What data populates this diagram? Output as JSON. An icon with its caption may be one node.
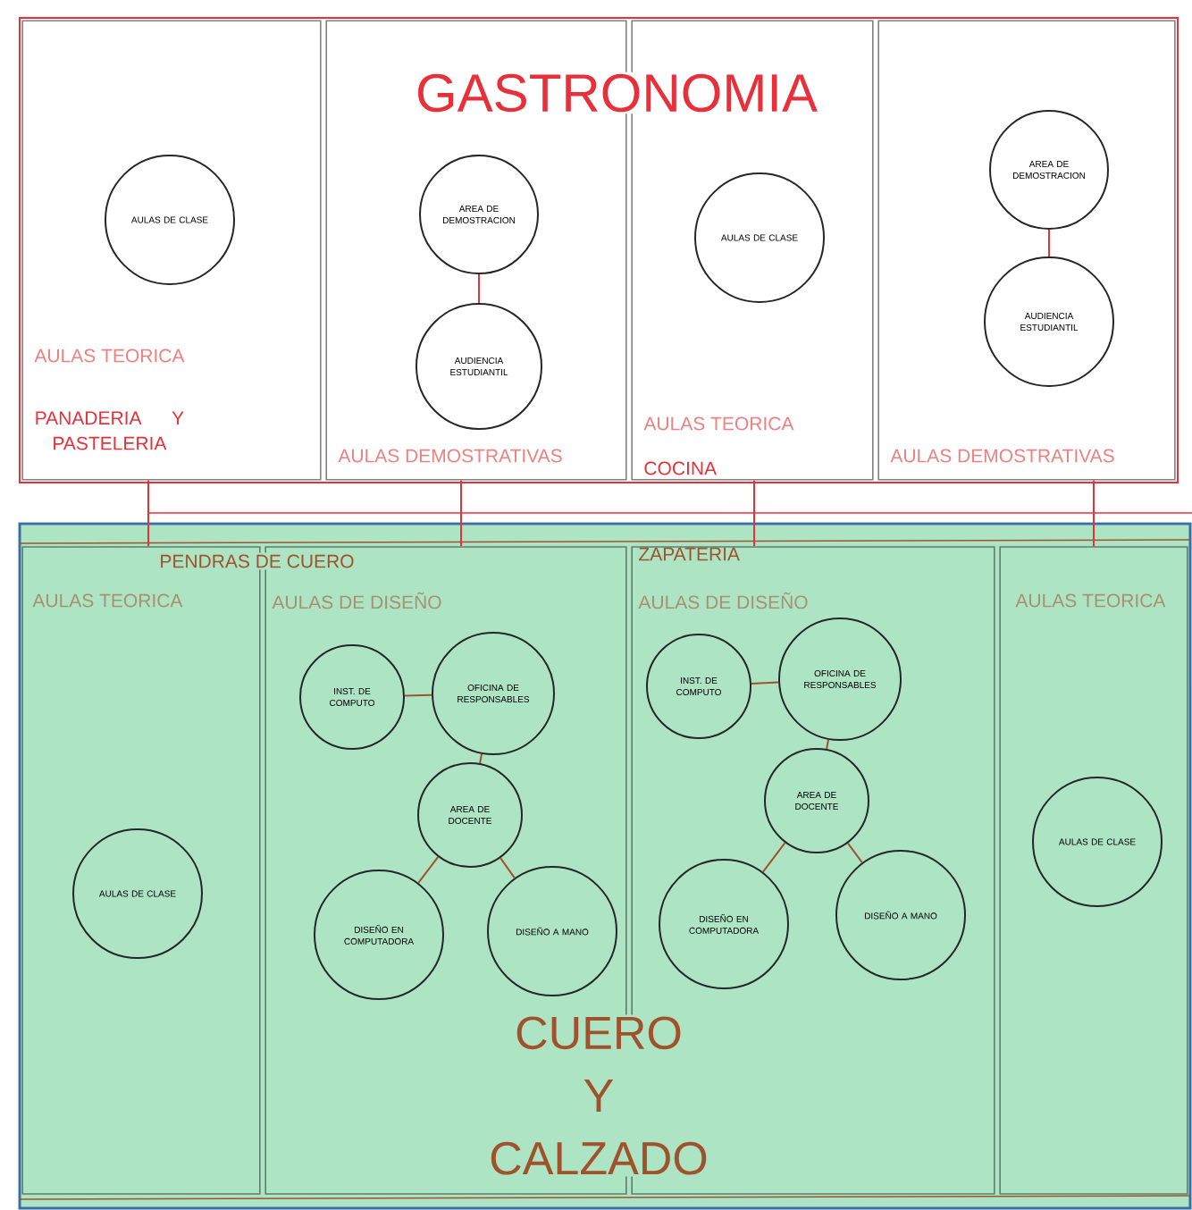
{
  "diagram": {
    "nodes": [
      {
        "text": [],
        "shape": "box"
      },
      {
        "text": [
          "AULAS TEORICA",
          "PANADERIA Y PASTELERIA"
        ],
        "in": 0
      },
      {
        "text": [
          "AULAS DE CLASE"
        ],
        "in": 1
      },
      {
        "text": [
          "AULAS DEMOSTRATIVAS"
        ],
        "in": 0
      },
      {
        "text": [
          "AREA DE DEMOSTRACION"
        ],
        "in": 3
      },
      {
        "text": [
          "AUDIENCIA ESTUDIANTIL"
        ],
        "in": 3
      },
      {
        "text": [
          "AULAS TEORICA",
          "COCINA"
        ],
        "in": 0
      },
      {
        "text": [
          "AULAS DE CLASE"
        ],
        "in": 6
      },
      {
        "text": [
          "AULAS DEMOSTRATIVAS"
        ],
        "in": 0
      },
      {
        "text": [
          "AREA DE DEMOSTRACION"
        ],
        "in": 8
      },
      {
        "text": [
          "AUDIENCIA ESTUDIANTIL"
        ],
        "in": 8
      },
      {
        "text": [],
        "shape": "box"
      },
      {
        "text": [
          "AULAS TEORICA"
        ],
        "in": 11
      },
      {
        "text": [
          "AULAS DE CLASE"
        ],
        "in": 12
      },
      {
        "text": [
          "AULAS DE DISEÑO"
        ],
        "in": 11
      },
      {
        "text": [
          "INST. DE COMPUTO"
        ],
        "in": 14
      },
      {
        "text": [
          "OFICINA DE RESPONSABLES"
        ],
        "in": 14
      },
      {
        "text": [
          "AREA DE DOCENTE"
        ],
        "in": 14
      },
      {
        "text": [
          "DISEÑO EN COMPUTADORA"
        ],
        "in": 14
      },
      {
        "text": [
          "DISEÑO A MANO"
        ],
        "in": 14
      },
      {
        "text": [
          "ZAPATERIA",
          "AULAS DE DISEÑO"
        ],
        "in": 11
      },
      {
        "text": [
          "INST. DE COMPUTO"
        ],
        "in": 20
      },
      {
        "text": [
          "OFICINA DE RESPONSABLES"
        ],
        "in": 20
      },
      {
        "text": [
          "AREA DE DOCENTE"
        ],
        "in": 20
      },
      {
        "text": [
          "DISEÑO EN COMPUTADORA"
        ],
        "in": 20
      },
      {
        "text": [
          "DISEÑO A MANO"
        ],
        "in": 20
      },
      {
        "text": [
          "AULAS TEORICA"
        ],
        "in": 11
      },
      {
        "text": [
          "AULAS DE CLASE"
        ],
        "in": 26
      }
    ],
    "edges": [
      {
        "from": 4,
        "to": 5,
        "arrow": "none",
        "color": "#e8303a"
      },
      {
        "from": 9,
        "to": 10,
        "arrow": "none",
        "color": "#e8303a"
      },
      {
        "from": 1,
        "to": 12,
        "arrow": "none",
        "color": "#e8303a"
      },
      {
        "from": 3,
        "to": 14,
        "arrow": "none",
        "color": "#e8303a"
      },
      {
        "from": 6,
        "to": 20,
        "arrow": "none",
        "color": "#e8303a"
      },
      {
        "from": 8,
        "to": 26,
        "arrow": "none",
        "color": "#e8303a"
      },
      {
        "from": 15,
        "to": 16,
        "arrow": "none"
      },
      {
        "from": 16,
        "to": 17,
        "arrow": "none"
      },
      {
        "from": 17,
        "to": 18,
        "arrow": "none"
      },
      {
        "from": 17,
        "to": 19,
        "arrow": "none"
      },
      {
        "from": 21,
        "to": 22,
        "arrow": "none"
      },
      {
        "from": 22,
        "to": 23,
        "arrow": "none"
      },
      {
        "from": 23,
        "to": 24,
        "arrow": "none"
      },
      {
        "from": 23,
        "to": 25,
        "arrow": "none"
      }
    ],
    "labels": [
      "GASTRONOMIA",
      "PENDRAS DE CUERO",
      "CUERO Y CALZADO"
    ]
  }
}
